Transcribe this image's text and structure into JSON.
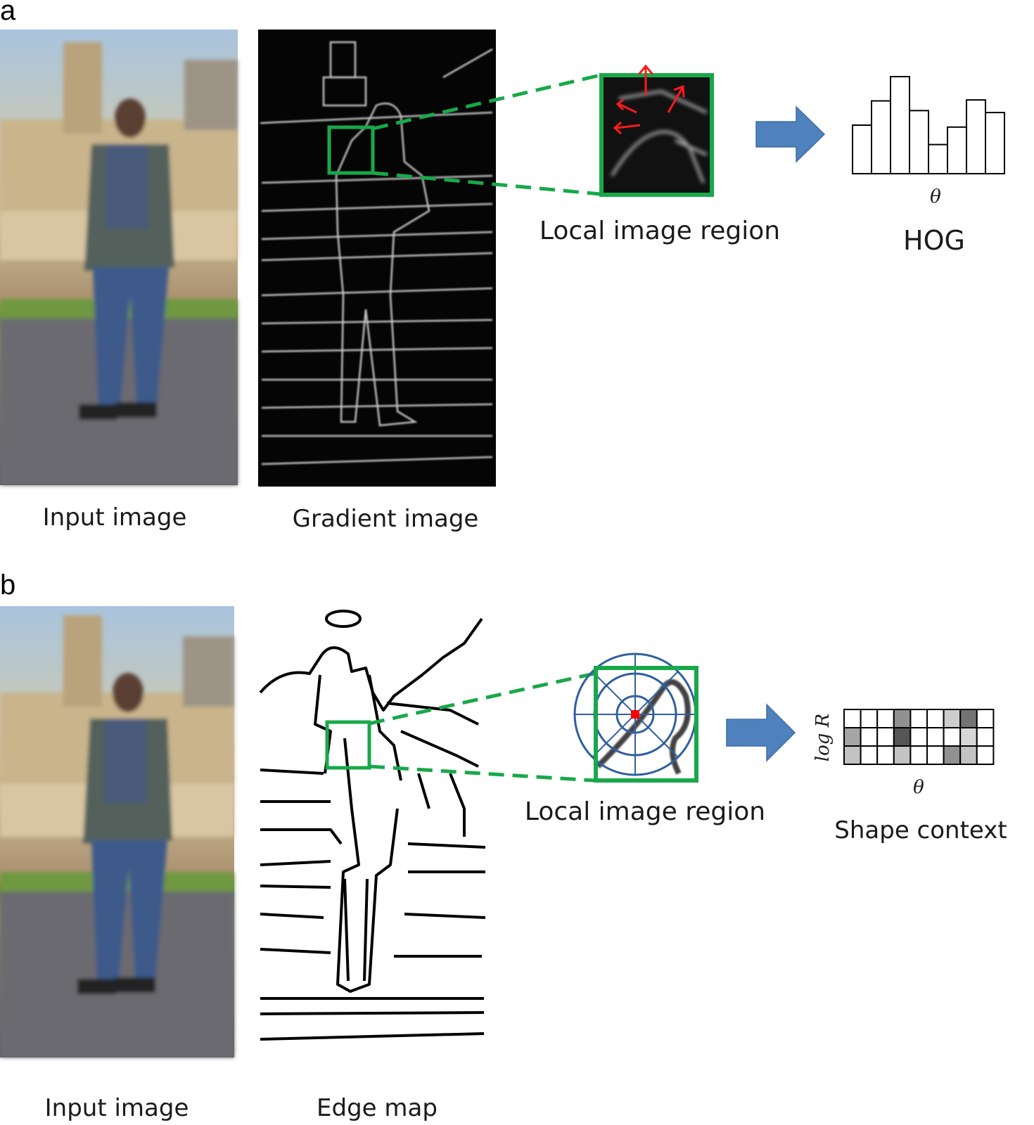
{
  "panels": [
    {
      "letter": "a",
      "input_caption": "Input image",
      "map_caption": "Gradient image",
      "region_caption": "Local image region",
      "axis_symbol": "θ",
      "descriptor_caption": "HOG",
      "histogram_levels": [
        0.5,
        0.75,
        1.0,
        0.65,
        0.3,
        0.48,
        0.76,
        0.63
      ]
    },
    {
      "letter": "b",
      "input_caption": "Input image",
      "map_caption": "Edge map",
      "region_caption": "Local image region",
      "axis_symbol": "θ",
      "radius_label": "log R",
      "descriptor_caption": "Shape context",
      "grid_shades": [
        [
          0,
          0,
          0,
          0.55,
          0,
          0,
          0.25,
          0.7,
          0
        ],
        [
          0.45,
          0,
          0,
          0.85,
          0,
          0,
          0,
          0.2,
          0
        ],
        [
          0.3,
          0,
          0,
          0.3,
          0,
          0,
          0.55,
          0.3,
          0
        ]
      ]
    }
  ],
  "colors": {
    "highlight_box": "#18a84a",
    "arrow_fill": "#4f81bd",
    "gradient_arrows": "#ff1a1a",
    "rings": "#2f5f9f",
    "center_point": "#ff0000"
  }
}
